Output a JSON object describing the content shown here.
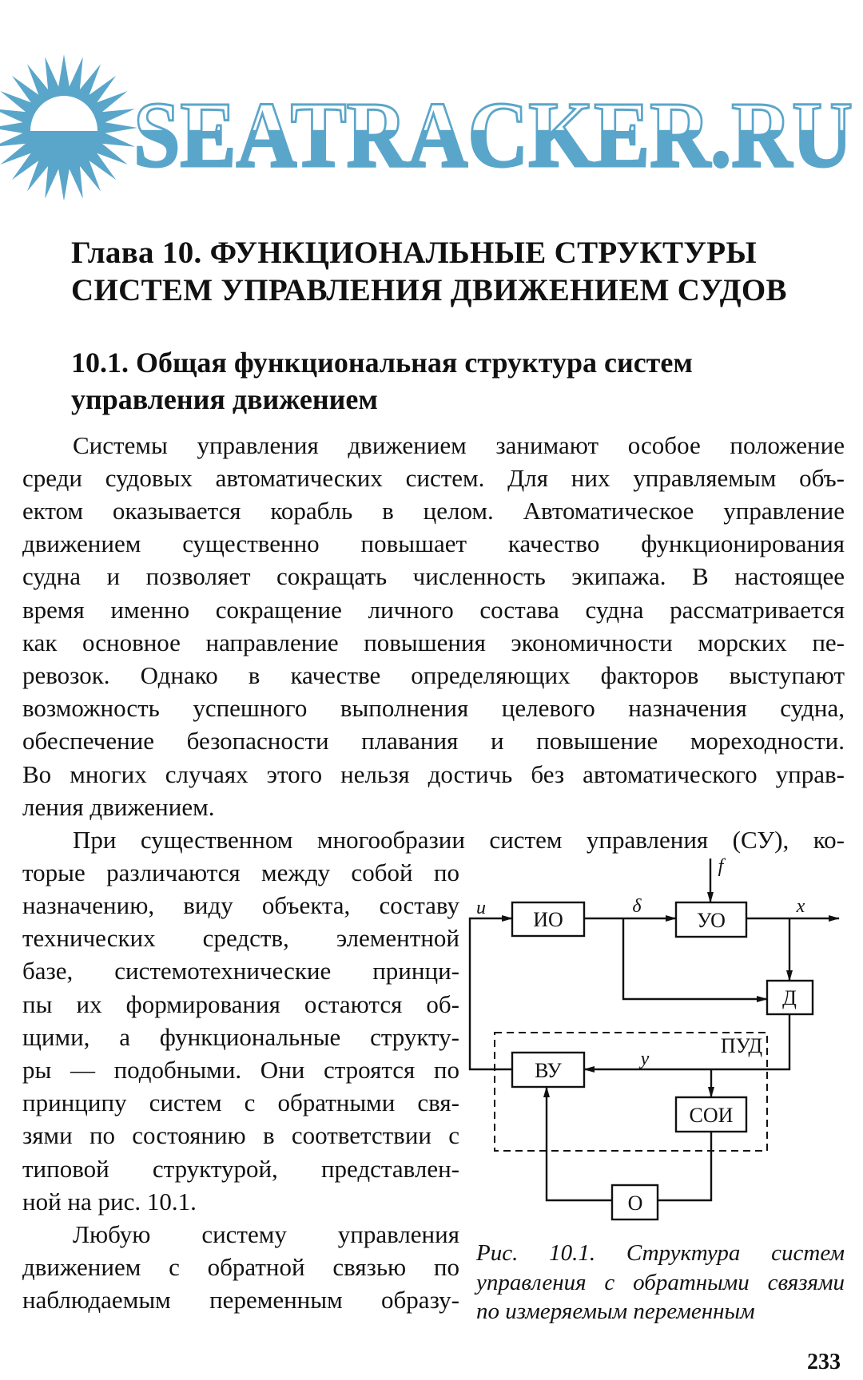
{
  "chapter_title": [
    "Глава 10. ФУНКЦИОНАЛЬНЫЕ СТРУКТУРЫ",
    "СИСТЕМ УПРАВЛЕНИЯ ДВИЖЕНИЕМ СУДОВ"
  ],
  "section_title": [
    "10.1. Общая функциональная структура систем",
    "управления движением"
  ],
  "paragraph1": [
    "Системы управления движением занимают особое положение",
    "среди судовых автоматических систем. Для них управляемым объ-",
    "ектом оказывается корабль в целом. Автоматическое управление",
    "движением существенно повышает качество функционирования",
    "судна и позволяет сокращать численность экипажа. В настоящее",
    "время именно сокращение личного состава судна рассматривается",
    "как основное направление повышения экономичности морских пе-",
    "ревозок. Однако в качестве определяющих факторов выступают",
    "возможность успешного выполнения целевого назначения судна,",
    "обеспечение безопасности плавания и повышение мореходности.",
    "Во многих случаях этого нельзя достичь без автоматического управ-",
    "ления движением."
  ],
  "paragraph2_first": "При существенном многообразии систем управления (СУ), ко-",
  "paragraph2_column": [
    "торые различаются между собой по",
    "назначению, виду объекта, составу",
    "технических средств, элементной",
    "базе, системотехнические принци-",
    "пы их формирования остаются об-",
    "щими, а функциональные структу-",
    "ры — подобными. Они строятся по",
    "принципу систем с обратными свя-",
    "зями по состоянию в соответствии с",
    "типовой структурой, представлен-",
    "ной на рис. 10.1."
  ],
  "paragraph3": [
    "Любую систему управления",
    "движением с обратной связью по",
    "наблюдаемым переменным образу-"
  ],
  "figure": {
    "blocks": {
      "io": "ИО",
      "uo": "УО",
      "d": "Д",
      "vu": "ВУ",
      "soi": "СОИ",
      "o": "О",
      "pud": "ПУД"
    },
    "signals": {
      "u": "u",
      "delta": "δ",
      "f": "f",
      "x": "x",
      "y": "y"
    },
    "caption": [
      "Рис. 10.1. Структура систем",
      "управления с обратными связями",
      "по измеряемым переменным"
    ]
  },
  "page_number": "233",
  "watermark": {
    "text": "SEATRACKER.RU",
    "color": "#5aa6cb"
  }
}
